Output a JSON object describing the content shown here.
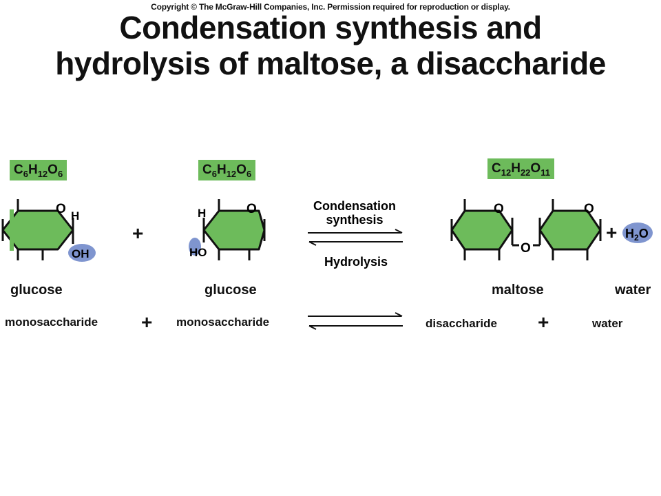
{
  "copyright": "Copyright © The McGraw-Hill Companies, Inc. Permission required for reproduction or display.",
  "title_line1": "Condensation synthesis and",
  "title_line2": "hydrolysis of maltose, a disaccharide",
  "formulas": {
    "glucose1": {
      "parts": [
        [
          "C",
          "6"
        ],
        [
          "H",
          "12"
        ],
        [
          "O",
          "6"
        ]
      ]
    },
    "glucose2": {
      "parts": [
        [
          "C",
          "6"
        ],
        [
          "H",
          "12"
        ],
        [
          "O",
          "6"
        ]
      ]
    },
    "maltose": {
      "parts": [
        [
          "C",
          "12"
        ],
        [
          "H",
          "22"
        ],
        [
          "O",
          "11"
        ]
      ]
    }
  },
  "plus": "+",
  "arrow_forward_label_1": "Condensation",
  "arrow_forward_label_2": "synthesis",
  "arrow_reverse_label": "Hydrolysis",
  "atoms": {
    "o": "O",
    "h": "H",
    "oh": "OH",
    "ho": "HO",
    "water_h": "H",
    "water_sub": "2",
    "water_o": "O"
  },
  "names": {
    "glucose1": "glucose",
    "glucose2": "glucose",
    "maltose": "maltose",
    "water": "water"
  },
  "categories": {
    "left1": "monosaccharide",
    "left2": "monosaccharide",
    "right1": "disaccharide",
    "right2": "water"
  },
  "colors": {
    "ring_fill": "#6dbb5b",
    "highlight": "#7f95cf",
    "formula_bg": "#6dbb5b"
  }
}
